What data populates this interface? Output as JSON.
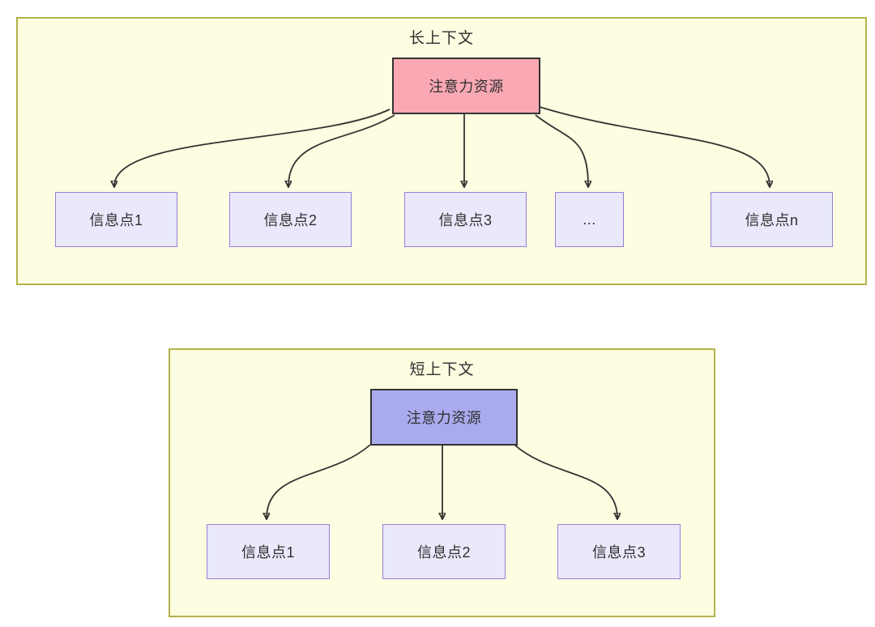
{
  "colors": {
    "page_bg": "#ffffff",
    "container_bg": "#fdfde1",
    "container_border": "#b3b34b",
    "attention_border": "#333333",
    "attention_long_fill": "#f9a8b4",
    "attention_short_fill": "#a9abee",
    "info_fill": "#e9e9fb",
    "info_border": "#9b7ed9",
    "arrow": "#333333",
    "text": "#2f2f2f"
  },
  "long_context": {
    "title": "长上下文",
    "attention_label": "注意力资源",
    "items": [
      {
        "label": "信息点1"
      },
      {
        "label": "信息点2"
      },
      {
        "label": "信息点3"
      },
      {
        "label": "..."
      },
      {
        "label": "信息点n"
      }
    ]
  },
  "short_context": {
    "title": "短上下文",
    "attention_label": "注意力资源",
    "items": [
      {
        "label": "信息点1"
      },
      {
        "label": "信息点2"
      },
      {
        "label": "信息点3"
      }
    ]
  }
}
